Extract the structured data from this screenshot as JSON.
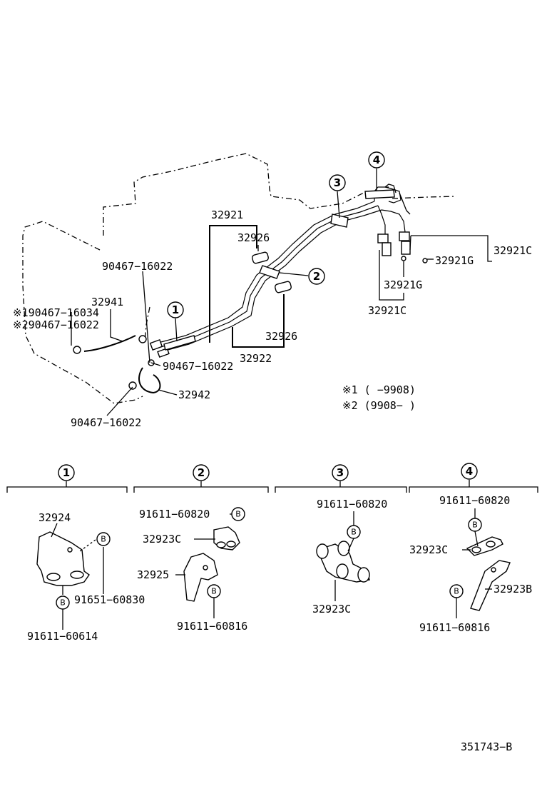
{
  "part_numbers": {
    "p32921": "32921",
    "p32926_top": "32926",
    "p90467_16022_top": "90467−16022",
    "p32941": "32941",
    "star1_90467_16034": "※190467−16034",
    "star2_90467_16022": "※290467−16022",
    "p32926_bottom": "32926",
    "p32922": "32922",
    "p90467_16022_mid": "90467−16022",
    "p32942": "32942",
    "p90467_16022_bottom": "90467−16022",
    "p32921G_right": "32921G",
    "p32921C_right": "32921C",
    "p32921G_mid": "32921G",
    "p32921C_mid": "32921C"
  },
  "notes": {
    "note1": "※1 (      −9908)",
    "note2": "※2 (9908−      )"
  },
  "callouts": {
    "c1": "1",
    "c2": "2",
    "c3": "3",
    "c4": "4",
    "b": "B"
  },
  "detail_1": {
    "header": "1",
    "p32924": "32924",
    "p91651_60830": "91651−60830",
    "p91611_60614": "91611−60614"
  },
  "detail_2": {
    "header": "2",
    "p91611_60820": "91611−60820",
    "p32923C": "32923C",
    "p32925": "32925",
    "p91611_60816": "91611−60816"
  },
  "detail_3": {
    "header": "3",
    "p91611_60820": "91611−60820",
    "p32923C": "32923C"
  },
  "detail_4": {
    "header": "4",
    "p91611_60820": "91611−60820",
    "p32923C": "32923C",
    "p32923B": "32923B",
    "p91611_60816": "91611−60816"
  },
  "diagram_id": "351743−B"
}
